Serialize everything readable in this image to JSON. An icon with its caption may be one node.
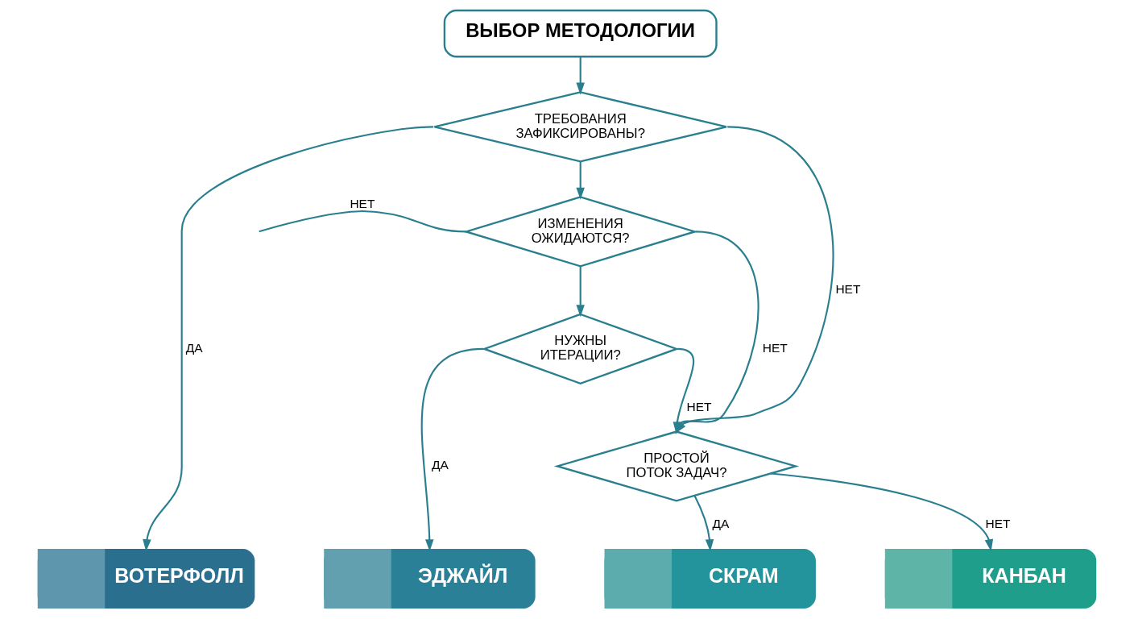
{
  "diagram": {
    "nodes": [
      {
        "text": [
          "ВЫБОР МЕТОДОЛОГИИ"
        ]
      },
      {
        "text": [
          "ТРЕБОВАНИЯ ЗАФИКСИРОВАНЫ?"
        ]
      },
      {
        "text": [
          "ИЗМЕНЕНИЯ ОЖИДАЮТСЯ?"
        ]
      },
      {
        "text": [
          "НУЖНЫ ИТЕРАЦИИ?"
        ]
      },
      {
        "text": [
          "ПРОСТОЙ ПОТОК ЗАДАЧ?"
        ]
      },
      {
        "text": [
          "ВОТЕРФОЛЛ"
        ]
      },
      {
        "text": [
          "ЭДЖАЙЛ"
        ]
      },
      {
        "text": [
          "СКРАМ"
        ]
      },
      {
        "text": [
          "КАНБАН"
        ]
      }
    ],
    "edges": [
      {
        "from": 0,
        "to": 1,
        "arrow": "to"
      },
      {
        "from": 1,
        "to": 5,
        "arrow": "to",
        "label": "ДА"
      },
      {
        "from": 1,
        "to": 4,
        "arrow": "to",
        "label": "НЕТ"
      },
      {
        "from": 1,
        "to": 2,
        "arrow": "to"
      },
      {
        "from": 2,
        "to": null,
        "arrow": "none",
        "label": "НЕТ"
      },
      {
        "from": 2,
        "to": 4,
        "arrow": "to",
        "label": "НЕТ"
      },
      {
        "from": 2,
        "to": 3,
        "arrow": "to"
      },
      {
        "from": 3,
        "to": 6,
        "arrow": "to",
        "label": "ДА"
      },
      {
        "from": 3,
        "to": 4,
        "arrow": "to",
        "label": "НЕТ"
      },
      {
        "from": 4,
        "to": 7,
        "arrow": "to",
        "label": "ДА"
      },
      {
        "from": 4,
        "to": 8,
        "arrow": "to",
        "label": "НЕТ"
      }
    ]
  }
}
